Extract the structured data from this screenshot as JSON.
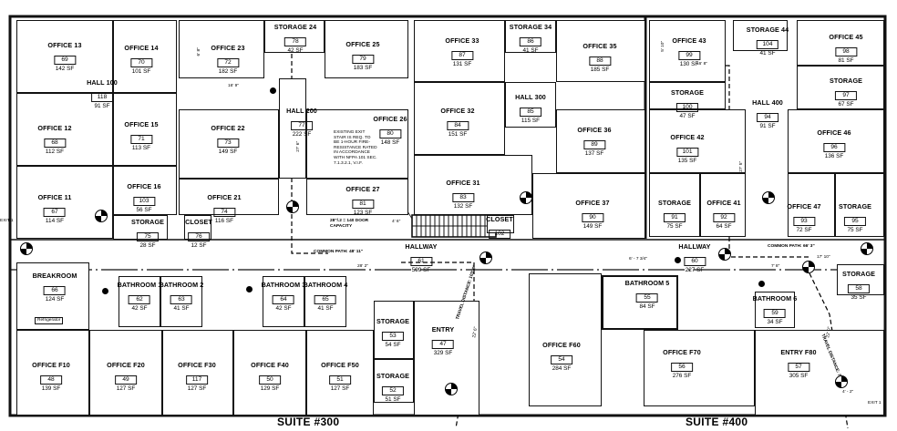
{
  "rooms": [
    {
      "id": "office-13",
      "name": "OFFICE 13",
      "num": "69",
      "sf": "142 SF"
    },
    {
      "id": "office-14",
      "name": "OFFICE 14",
      "num": "70",
      "sf": "101 SF"
    },
    {
      "id": "hall-100",
      "name": "HALL 100",
      "num": "118",
      "sf": "91 SF"
    },
    {
      "id": "office-23",
      "name": "OFFICE 23",
      "num": "72",
      "sf": "182 SF"
    },
    {
      "id": "storage-24",
      "name": "STORAGE 24",
      "num": "78",
      "sf": "42 SF"
    },
    {
      "id": "office-25",
      "name": "OFFICE 25",
      "num": "79",
      "sf": "183 SF"
    },
    {
      "id": "office-12",
      "name": "OFFICE 12",
      "num": "68",
      "sf": "112 SF"
    },
    {
      "id": "office-15",
      "name": "OFFICE 15",
      "num": "71",
      "sf": "113 SF"
    },
    {
      "id": "hall-200",
      "name": "HALL 200",
      "num": "77",
      "sf": "222 SF"
    },
    {
      "id": "office-22",
      "name": "OFFICE 22",
      "num": "73",
      "sf": "149 SF"
    },
    {
      "id": "office-26",
      "name": "OFFICE 26",
      "num": "80",
      "sf": "148 SF"
    },
    {
      "id": "office-11",
      "name": "OFFICE 11",
      "num": "67",
      "sf": "114 SF"
    },
    {
      "id": "office-16",
      "name": "OFFICE 16",
      "num": "103",
      "sf": "56 SF"
    },
    {
      "id": "office-21",
      "name": "OFFICE 21",
      "num": "74",
      "sf": "116 SF"
    },
    {
      "id": "office-27",
      "name": "OFFICE 27",
      "num": "81",
      "sf": "123 SF"
    },
    {
      "id": "storage-75",
      "name": "STORAGE",
      "num": "75",
      "sf": "28 SF"
    },
    {
      "id": "closet-76",
      "name": "CLOSET",
      "num": "76",
      "sf": "12 SF"
    },
    {
      "id": "office-33",
      "name": "OFFICE 33",
      "num": "87",
      "sf": "131 SF"
    },
    {
      "id": "storage-34",
      "name": "STORAGE 34",
      "num": "86",
      "sf": "41 SF"
    },
    {
      "id": "office-35",
      "name": "OFFICE 35",
      "num": "88",
      "sf": "185 SF"
    },
    {
      "id": "office-32",
      "name": "OFFICE 32",
      "num": "84",
      "sf": "151 SF"
    },
    {
      "id": "hall-300",
      "name": "HALL 300",
      "num": "85",
      "sf": "115 SF"
    },
    {
      "id": "office-36",
      "name": "OFFICE 36",
      "num": "89",
      "sf": "137 SF"
    },
    {
      "id": "office-31",
      "name": "OFFICE 31",
      "num": "83",
      "sf": "132 SF"
    },
    {
      "id": "office-37",
      "name": "OFFICE 37",
      "num": "90",
      "sf": "149 SF"
    },
    {
      "id": "closet-102",
      "name": "CLOSET",
      "num": "102",
      "sf": ""
    },
    {
      "id": "office-43",
      "name": "OFFICE 43",
      "num": "99",
      "sf": "130 SF"
    },
    {
      "id": "storage-44",
      "name": "STORAGE 44",
      "num": "104",
      "sf": "41 SF"
    },
    {
      "id": "office-45",
      "name": "OFFICE 45",
      "num": "98",
      "sf": "81 SF"
    },
    {
      "id": "storage-100",
      "name": "STORAGE",
      "num": "100",
      "sf": "47 SF"
    },
    {
      "id": "hall-400",
      "name": "HALL 400",
      "num": "94",
      "sf": "91 SF"
    },
    {
      "id": "storage-97",
      "name": "STORAGE",
      "num": "97",
      "sf": "67 SF"
    },
    {
      "id": "office-42",
      "name": "OFFICE 42",
      "num": "101",
      "sf": "135 SF"
    },
    {
      "id": "office-46",
      "name": "OFFICE 46",
      "num": "96",
      "sf": "136 SF"
    },
    {
      "id": "storage-91",
      "name": "STORAGE",
      "num": "91",
      "sf": "75 SF"
    },
    {
      "id": "office-41",
      "name": "OFFICE 41",
      "num": "92",
      "sf": "64 SF"
    },
    {
      "id": "office-47",
      "name": "OFFICE 47",
      "num": "93",
      "sf": "72 SF"
    },
    {
      "id": "storage-95",
      "name": "STORAGE",
      "num": "95",
      "sf": "75 SF"
    },
    {
      "id": "hallway-61",
      "name": "HALLWAY",
      "num": "61",
      "sf": "599 SF"
    },
    {
      "id": "hallway-60",
      "name": "HALLWAY",
      "num": "60",
      "sf": "227 SF"
    },
    {
      "id": "breakroom",
      "name": "BREAKROOM",
      "num": "66",
      "sf": "124 SF"
    },
    {
      "id": "bathroom-1",
      "name": "BATHROOM 1",
      "num": "62",
      "sf": "42 SF"
    },
    {
      "id": "bathroom-2",
      "name": "BATHROOM 2",
      "num": "63",
      "sf": "41 SF"
    },
    {
      "id": "bathroom-3",
      "name": "BATHROOM 3",
      "num": "64",
      "sf": "42 SF"
    },
    {
      "id": "bathroom-4",
      "name": "BATHROOM 4",
      "num": "65",
      "sf": "41 SF"
    },
    {
      "id": "storage-53",
      "name": "STORAGE",
      "num": "53",
      "sf": "54 SF"
    },
    {
      "id": "entry-47",
      "name": "ENTRY",
      "num": "47",
      "sf": "329 SF"
    },
    {
      "id": "bathroom-5",
      "name": "BATHROOM 5",
      "num": "55",
      "sf": "84 SF"
    },
    {
      "id": "storage-58",
      "name": "STORAGE",
      "num": "58",
      "sf": "35 SF"
    },
    {
      "id": "bathroom-6",
      "name": "BATHROOM 6",
      "num": "59",
      "sf": "34 SF"
    },
    {
      "id": "office-f10",
      "name": "OFFICE F10",
      "num": "48",
      "sf": "139 SF"
    },
    {
      "id": "office-f20",
      "name": "OFFICE F20",
      "num": "49",
      "sf": "127 SF"
    },
    {
      "id": "office-f30",
      "name": "OFFICE F30",
      "num": "117",
      "sf": "127 SF"
    },
    {
      "id": "office-f40",
      "name": "OFFICE F40",
      "num": "50",
      "sf": "129 SF"
    },
    {
      "id": "office-f50",
      "name": "OFFICE F50",
      "num": "51",
      "sf": "127 SF"
    },
    {
      "id": "storage-52",
      "name": "STORAGE",
      "num": "52",
      "sf": "51 SF"
    },
    {
      "id": "office-f60",
      "name": "OFFICE F60",
      "num": "54",
      "sf": "284 SF"
    },
    {
      "id": "office-f70",
      "name": "OFFICE F70",
      "num": "56",
      "sf": "276 SF"
    },
    {
      "id": "entry-f80",
      "name": "ENTRY F80",
      "num": "57",
      "sf": "305 SF"
    }
  ],
  "suites": {
    "left": "SUITE #300",
    "right": "SUITE #400"
  },
  "notes": {
    "exit_stair": "EXISTING EXIT STAIR IS REQ. TO BE 1-HOUR FIRE-RESISTANCE RATED IN ACCORDANCE WITH NFPA 101 SEC. 7.1.3.2.1, V.I.F.",
    "door_capacity": "28\"/.2 = 140 DOOR CAPACITY",
    "common_path_left": "COMMON PATH: 48' 11\"",
    "common_path_right": "COMMON PATH: 66' 3\"",
    "travel_distance_left": "TRAVEL DISTANCE: 103' 6\"",
    "travel_distance_right": "TRAVEL DISTANCE: 76' 11\"",
    "refrigerator": "Refrigerator",
    "exit_label": "EXIT 1"
  },
  "dims": {
    "d_6_8": "6' 8\"",
    "d_16_9": "16' 9\"",
    "d_27_6": "27' 6\"",
    "d_28_2": "28' 2\"",
    "d_22_6": "22' 6\"",
    "d_4_6": "4' 6\"",
    "d_6_7_3_4": "6' - 7 3/4\"",
    "d_5_10": "5' 10\"",
    "d_16_8": "16' 8\"",
    "d_27_5": "27' 5\"",
    "d_17_10": "17' 10\"",
    "d_7_8": "7' 8\"",
    "d_22_0": "22' 0\"",
    "d_4_2": "4' - 2\""
  }
}
